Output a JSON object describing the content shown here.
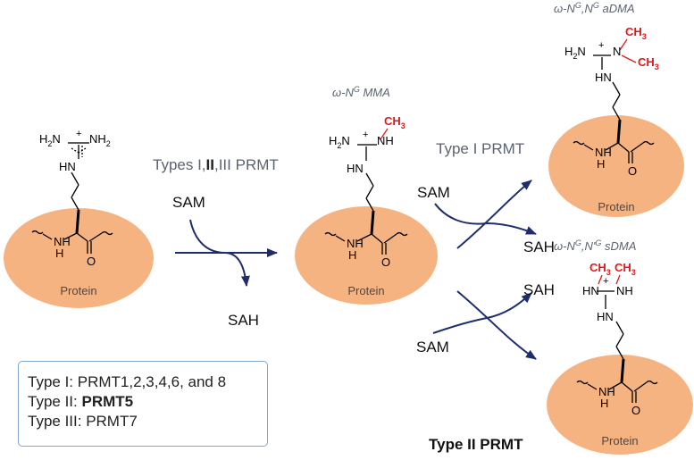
{
  "colors": {
    "protein_fill": "#f6b382",
    "arrow": "#1f2d6b",
    "methyl_red": "#e0191b",
    "gray_text": "#5c6370",
    "legend_border": "#7fa8cc"
  },
  "protein_label": "Protein",
  "labels": {
    "types_prefix": "Types I,",
    "types_bold": "II",
    "types_suffix": ",III PRMT",
    "type1_prmt": "Type I PRMT",
    "type2_prmt": "Type II PRMT",
    "sam": "SAM",
    "sah": "SAH"
  },
  "product_labels": {
    "mma": {
      "prefix": "ω-N",
      "sup": "G",
      "suffix": " MMA"
    },
    "adma": {
      "prefix": "ω-N",
      "sup1": "G",
      "mid": ",N",
      "sup2": "G",
      "suffix": " aDMA"
    },
    "sdma": {
      "prefix": "ω-N",
      "sup1": "G",
      "mid": ",N'",
      "sup2": "G",
      "suffix": " sDMA"
    }
  },
  "chem": {
    "nh2": "NH",
    "h2n": "H",
    "hn": "HN",
    "nh": "NH",
    "n": "N",
    "h": "H",
    "o": "O",
    "ch3": "CH",
    "sub2": "2",
    "sub3": "3",
    "plus": "+"
  },
  "legend": {
    "line1": "Type I: PRMT1,2,3,4,6, and 8",
    "line2_prefix": "Type II: ",
    "line2_bold": "PRMT5",
    "line3": "Type III: PRMT7"
  }
}
